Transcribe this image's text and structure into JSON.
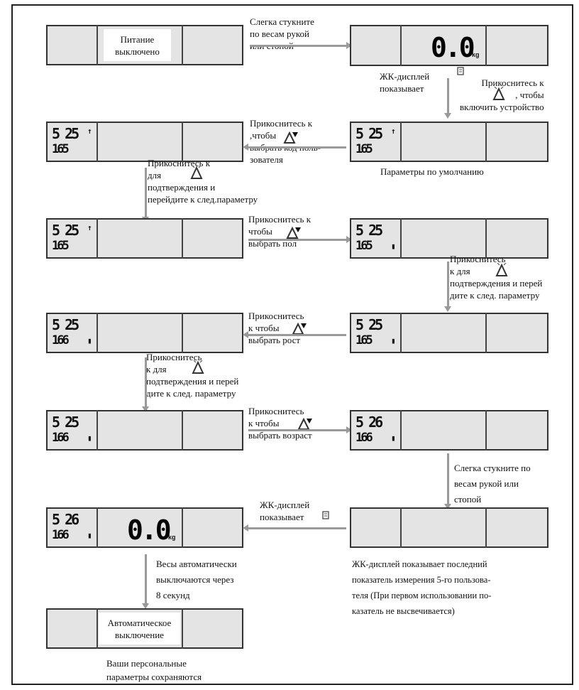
{
  "steps": {
    "s1_label": "Питание\nвыключено",
    "tap1": "Слегка стукните\nпо весам рукой\nили стопой",
    "lcd_shows": "ЖК-дисплей\nпоказывает",
    "touch_on": "Прикоснитесь к\n, чтобы\nвключить устройство",
    "touch_user": "Прикоснитесь к\n,чтобы\nвыбрать код поль-\nзователя",
    "defaults": "Параметры по умолчанию",
    "confirm1": "Прикоснитесь к\nдля\nподтверждения и\nперейдите к след.параметру",
    "touch_sex": "Прикоснитесь к\nчтобы\nвыбрать пол",
    "confirm2": "Прикоснитесь\nк для\nподтверждения и перей\nдите к след. параметру",
    "touch_height": "Прикоснитесь\nк чтобы\nвыбрать рост",
    "confirm3": "Прикоснитесь\nк для\nподтверждения и перей\nдите к след. параметру",
    "touch_age": "Прикоснитесь\nк чтобы\nвыбрать возраст",
    "tap2": "Слегка стукните по\nвесам рукой или\nстопой",
    "lcd_shows2": "ЖК-дисплей\nпоказывает",
    "last_reading": "ЖК-дисплей показывает последний\nпоказатель измерения 5-го пользова-\nтеля (При первом использовании по-\nказатель не высвечивается)",
    "auto_off_note": "Весы автоматически\nвыключаются через\n8 секунд",
    "auto_off_label": "Автоматическое\nвыключение",
    "saved": "Ваши персональные\nпараметры сохраняются"
  },
  "display": {
    "weight": "0.0",
    "unit": "kg",
    "user_row1": "5 25",
    "user_row2": "165",
    "height_row2": "166",
    "age_row1": "5 26"
  }
}
